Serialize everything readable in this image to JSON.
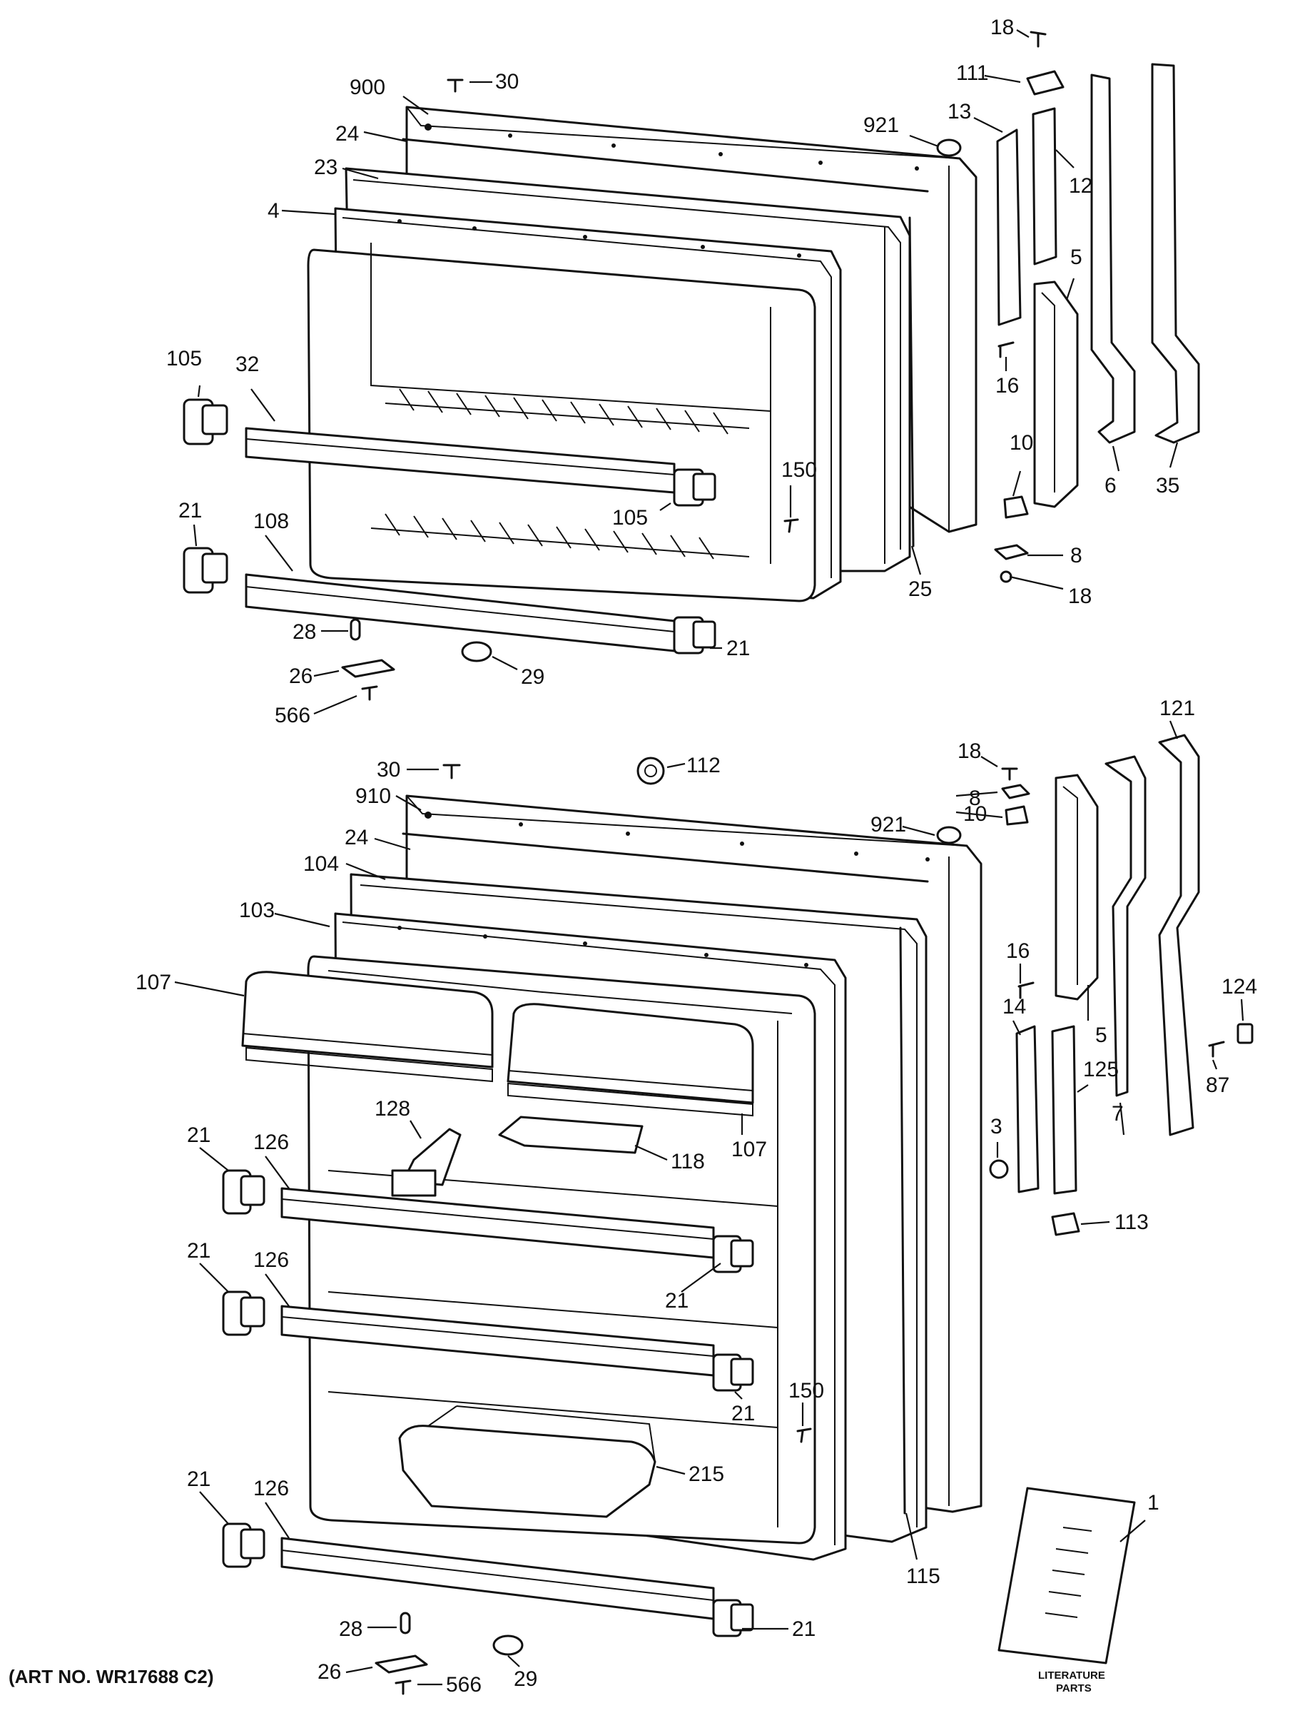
{
  "art_number": "(ART NO. WR17688 C2)",
  "literature_label_line1": "LITERATURE",
  "literature_label_line2": "PARTS",
  "upper_labels": [
    "900",
    "30",
    "24",
    "23",
    "4",
    "921",
    "13",
    "18",
    "111",
    "12",
    "5",
    "16",
    "10",
    "8",
    "18",
    "6",
    "35",
    "25",
    "150",
    "105",
    "105",
    "32",
    "21",
    "108",
    "21",
    "28",
    "26",
    "29",
    "566"
  ],
  "lower_labels": [
    "30",
    "112",
    "910",
    "24",
    "104",
    "103",
    "107",
    "921",
    "18",
    "8",
    "10",
    "16",
    "5",
    "121",
    "124",
    "87",
    "7",
    "14",
    "125",
    "3",
    "113",
    "107",
    "128",
    "118",
    "21",
    "126",
    "21",
    "126",
    "21",
    "150",
    "21",
    "215",
    "21",
    "126",
    "115",
    "28",
    "21",
    "26",
    "29",
    "566",
    "1"
  ]
}
